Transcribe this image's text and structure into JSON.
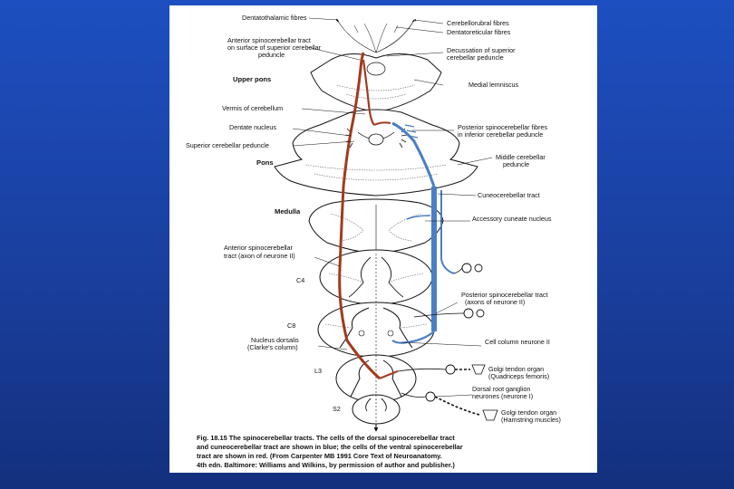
{
  "colors": {
    "background_top": "#1d4fc0",
    "background_bottom": "#13307e",
    "dorsal_tract_blue": "#4a7fc6",
    "ventral_tract_red": "#a23a1e",
    "ink": "#111111"
  },
  "labels": {
    "dentatothalamic": "Dentatothalamic fibres",
    "ant_spinocereb_upper": "Anterior spinocerebellar tract",
    "ant_spinocereb_upper_2": "on surface of superior cerebellar",
    "ant_spinocereb_upper_3": "peduncle",
    "upper_pons": "Upper pons",
    "vermis": "Vermis of cerebellum",
    "dentate": "Dentate nucleus",
    "superior_peduncle": "Superior cerebellar peduncle",
    "pons": "Pons",
    "medulla": "Medulla",
    "ant_spinocereb_lower": "Anterior spinocerebellar",
    "ant_spinocereb_lower_2": "tract (axon of neurone II)",
    "c4": "C4",
    "c8": "C8",
    "nucleus_dorsalis": "Nucleus dorsalis",
    "nucleus_dorsalis_2": "(Clarke's column)",
    "l3": "L3",
    "s2": "S2",
    "cerebellorubral": "Cerebellorubral fibres",
    "dentatoreticular": "Dentatoreticular fibres",
    "decussation": "Decussation of superior",
    "decussation_2": "cerebellar peduncle",
    "medial_lemniscus": "Medial lemniscus",
    "post_spinocereb_fibres": "Posterior spinocerebellar fibres",
    "post_spinocereb_fibres_2": "in inferior cerebellar peduncle",
    "middle_peduncle": "Middle cerebellar",
    "middle_peduncle_2": "peduncle",
    "cuneocerebellar": "Cuneocerebellar tract",
    "accessory_cuneate": "Accessory cuneate nucleus",
    "post_spinocereb_tract": "Posterior spinocerebellar tract",
    "post_spinocereb_tract_2": "(axons of neurone II)",
    "cell_column": "Cell column neurone II",
    "golgi_quadriceps": "Golgi tendon organ",
    "golgi_quadriceps_2": "(Quadriceps femoris)",
    "dorsal_root": "Dorsal root ganglion",
    "dorsal_root_2": "neurones (neurone I)",
    "golgi_hamstring": "Golgi tendon organ",
    "golgi_hamstring_2": "(Hamstring muscles)"
  },
  "caption": {
    "fig_number": "Fig. 18.15",
    "line1": "The spinocerebellar tracts. The cells of the dorsal spinocerebellar tract",
    "line2": "and cuneocerebellar tract are shown in blue; the cells of the ventral spinocerebellar",
    "line3": "tract are shown in red. (From Carpenter MB 1991 Core Text of Neuroanatomy.",
    "line4": "4th edn. Baltimore: Williams and Wilkins, by permission of author and publisher.)"
  }
}
